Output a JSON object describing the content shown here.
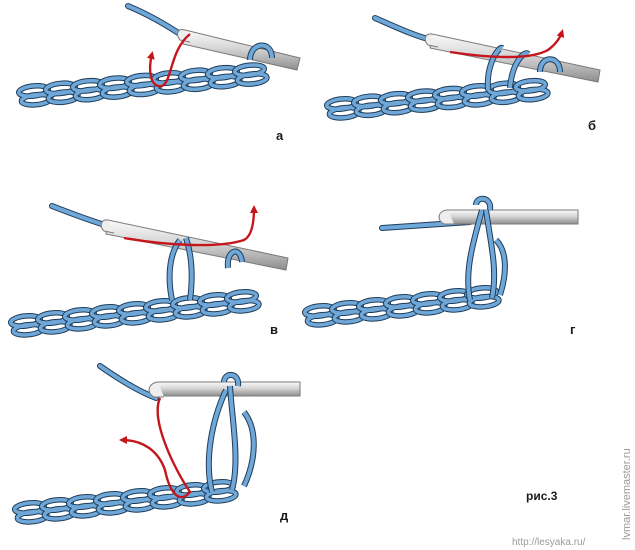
{
  "colors": {
    "yarn": "#6fa8d8",
    "yarn_outline": "#1f3d5a",
    "hook_light": "#f1f1f1",
    "hook_dark": "#9b9b9b",
    "arrow": "#c4161c"
  },
  "panels": [
    {
      "label": "а"
    },
    {
      "label": "б"
    },
    {
      "label": "в"
    },
    {
      "label": "г"
    },
    {
      "label": "д"
    }
  ],
  "figure_caption": "рис.3",
  "watermarks": {
    "side": "lvmar.livemaster.ru",
    "bottom": "http://lesyaka.ru/"
  }
}
